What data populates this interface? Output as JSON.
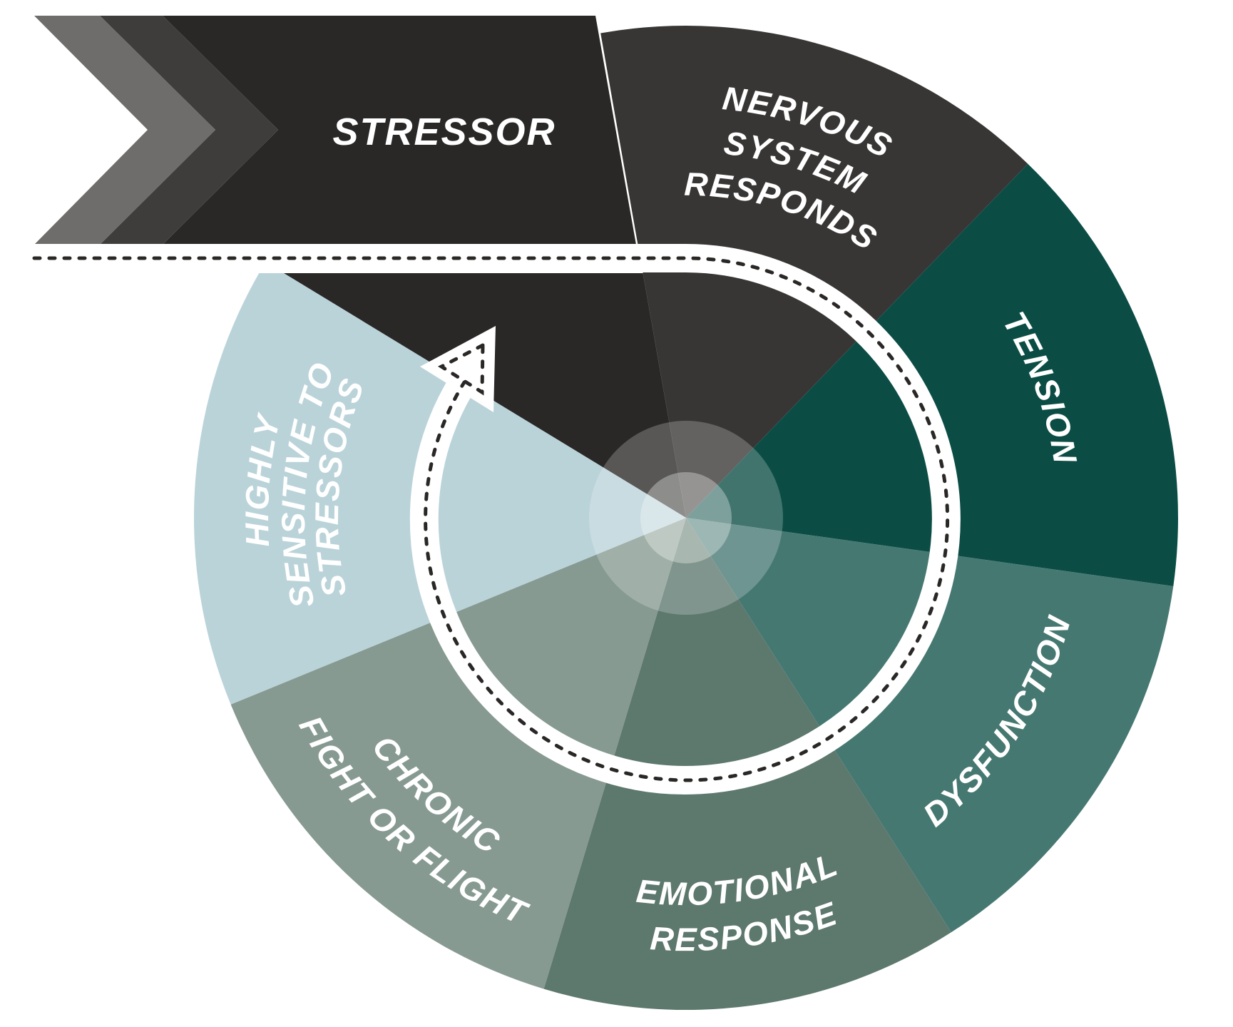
{
  "title": "Stress cycle diagram",
  "colors": {
    "background": "#ffffff",
    "banner_dark": "#2a2826",
    "chevron_light": "#6e6d6b",
    "chevron_mid": "#3f3d3b",
    "ring": "#ffffff",
    "dots": "#2a2826",
    "center_overlay": "#ffffff"
  },
  "banner": {
    "label": "STRESSOR"
  },
  "stages": [
    {
      "id": "nervous-system-responds",
      "lines": [
        "NERVOUS",
        "SYSTEM",
        "RESPONDS"
      ],
      "color": "#383634"
    },
    {
      "id": "tension",
      "lines": [
        "TENSION"
      ],
      "color": "#0b4d45"
    },
    {
      "id": "dysfunction",
      "lines": [
        "DYSFUNCTION"
      ],
      "color": "#467872"
    },
    {
      "id": "emotional-response",
      "lines": [
        "EMOTIONAL",
        "RESPONSE"
      ],
      "color": "#5d786d"
    },
    {
      "id": "chronic-fight-or-flight",
      "lines": [
        "CHRONIC",
        "FIGHT OR FLIGHT"
      ],
      "color": "#869a91"
    },
    {
      "id": "highly-sensitive-to-stressors",
      "lines": [
        "HIGHLY",
        "SENSITIVE TO",
        "STRESSORS"
      ],
      "color": "#bad3d9"
    }
  ],
  "cycle_arrow": {
    "direction": "clockwise",
    "style": "dotted"
  }
}
